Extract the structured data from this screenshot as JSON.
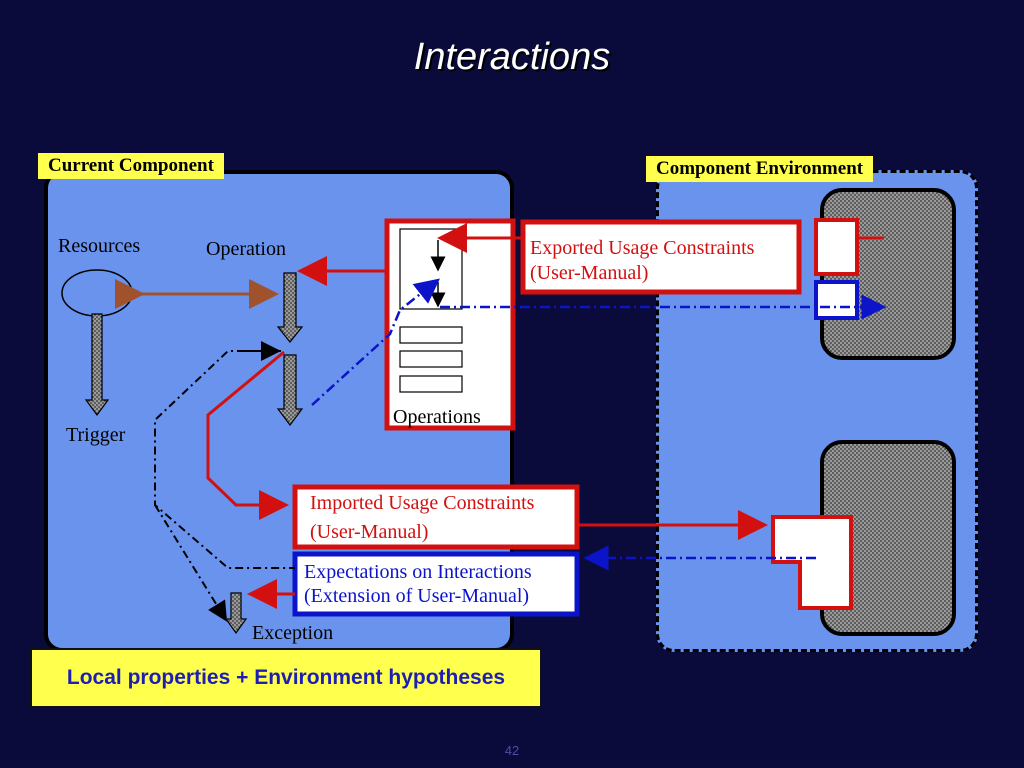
{
  "title": "Interactions",
  "current_component": {
    "label": "Current Component",
    "resources": "Resources",
    "operation": "Operation",
    "trigger": "Trigger",
    "exception": "Exception",
    "operations": "Operations"
  },
  "component_environment": {
    "label": "Component Environment"
  },
  "exported": {
    "line1": "Exported Usage Constraints",
    "line2": "(User-Manual)"
  },
  "imported": {
    "line1": "Imported Usage Constraints",
    "line2": "(User-Manual)"
  },
  "expectations": {
    "line1": "Expectations on Interactions",
    "line2": "(Extension of User-Manual)"
  },
  "bottom_label": "Local properties + Environment hypotheses",
  "page_number": "42",
  "colors": {
    "background": "#0b0b3b",
    "panel": "#6a93ee",
    "highlight": "#ffff4d",
    "red": "#d21010",
    "blue": "#0b14c8",
    "brown": "#a0522d"
  }
}
